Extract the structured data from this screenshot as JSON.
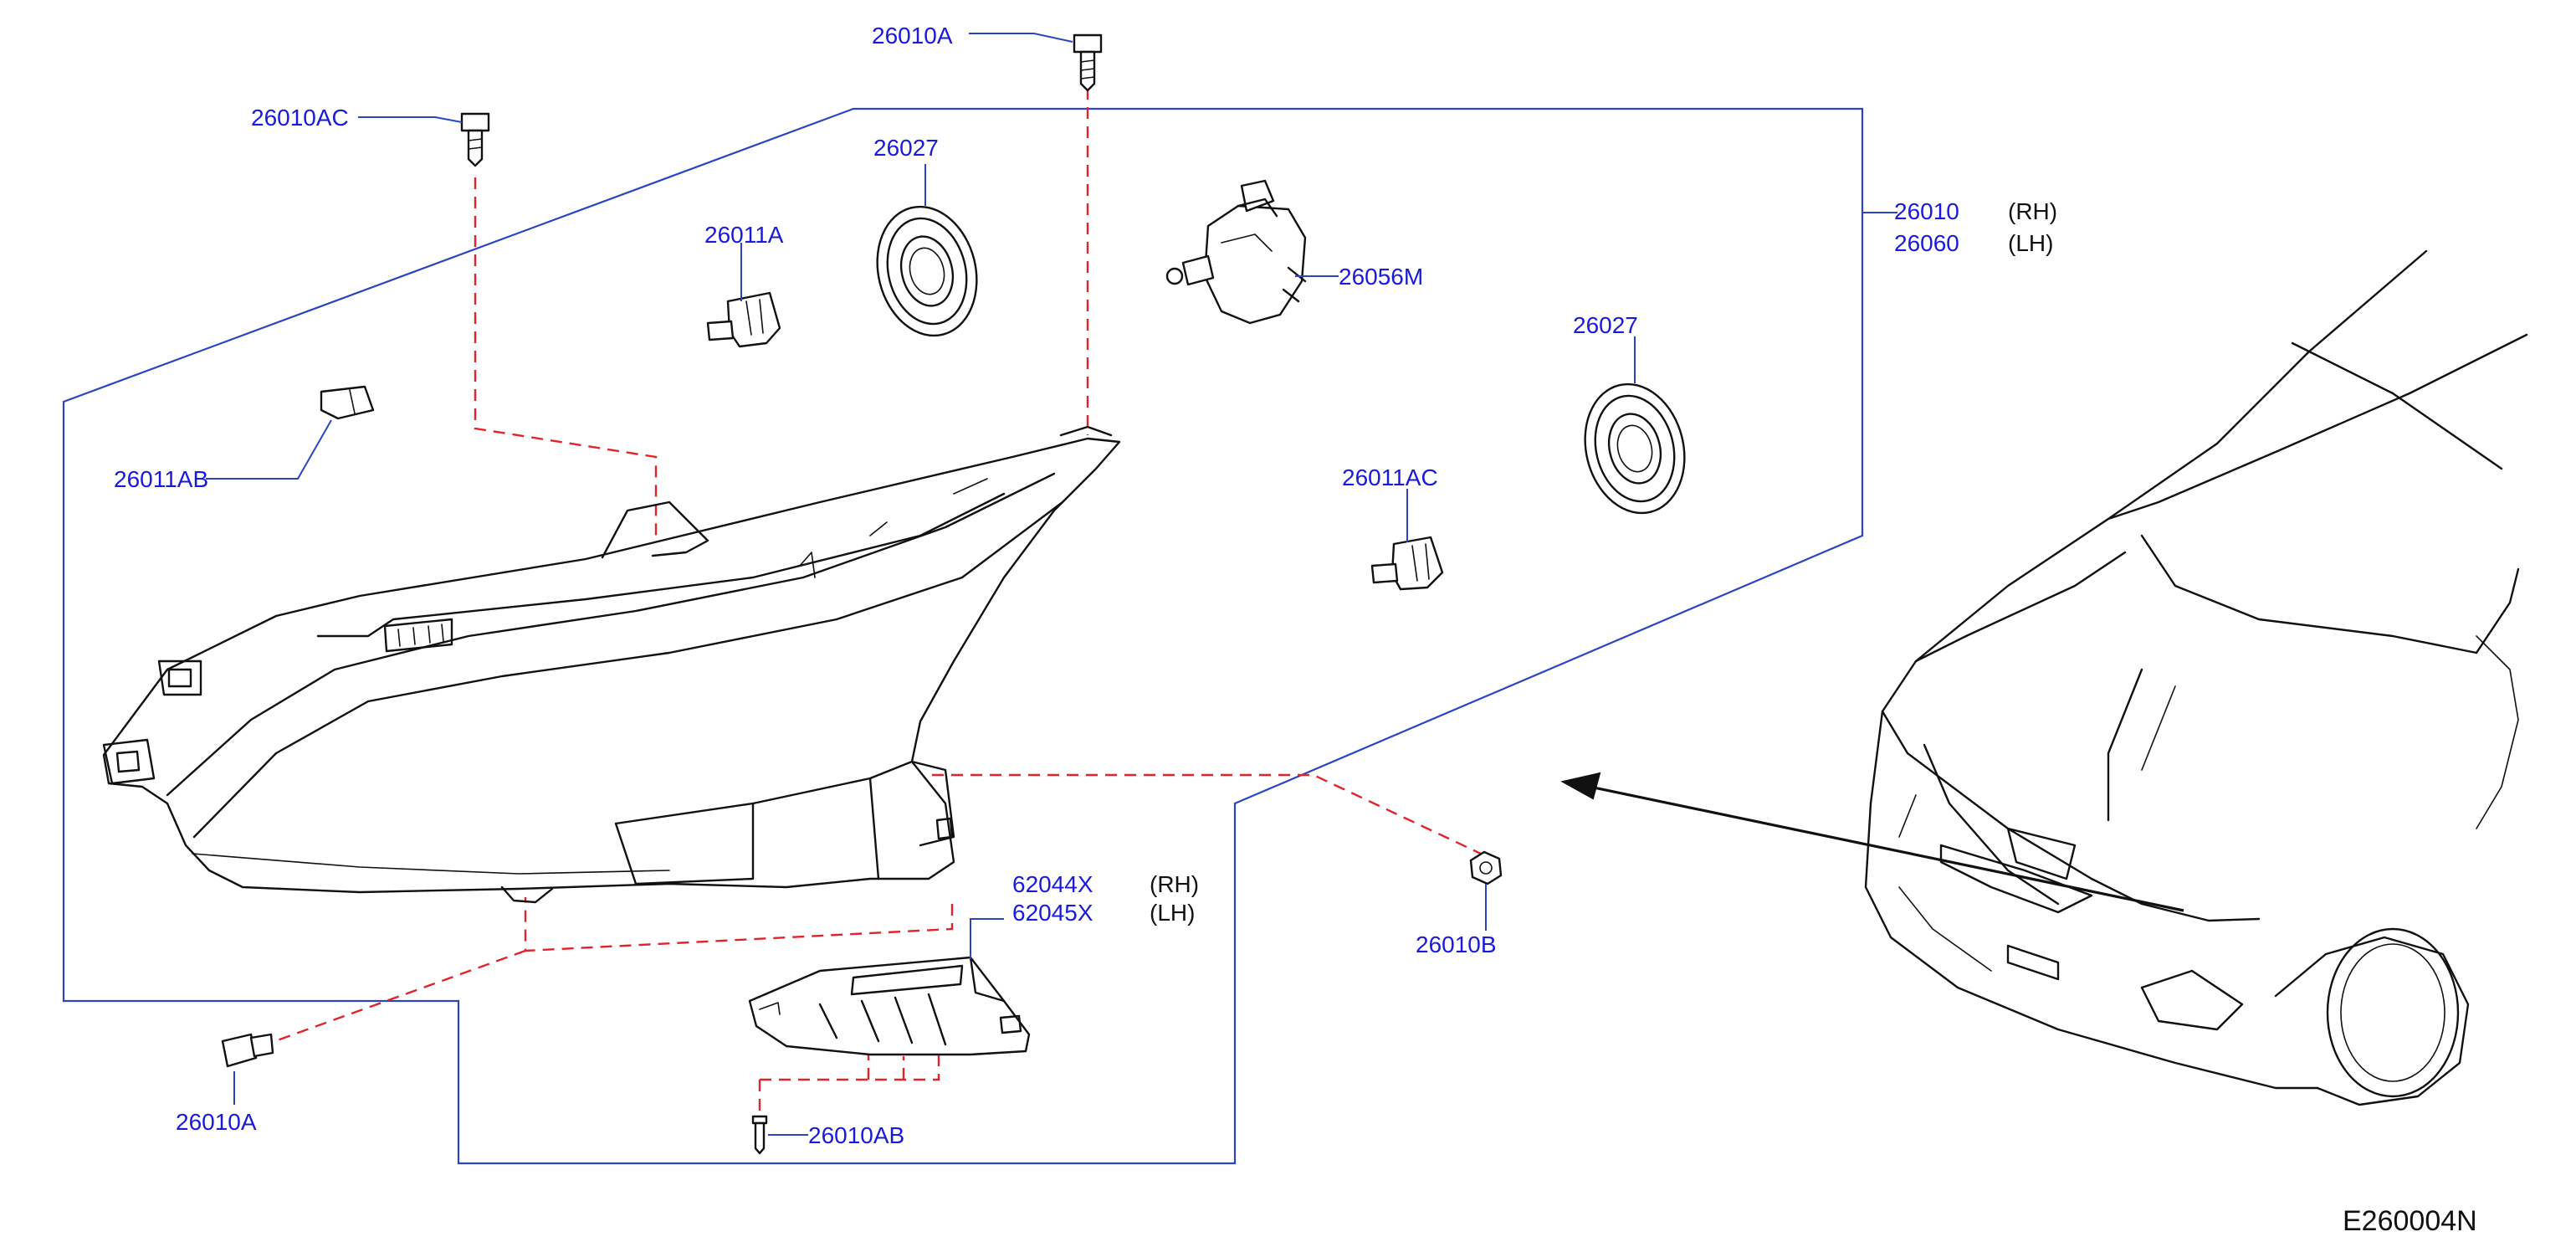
{
  "diagram_code": "E260004N",
  "callouts": {
    "c26010A_top": "26010A",
    "c26010AC": "26010AC",
    "c26027_a": "26027",
    "c26011A": "26011A",
    "c26056M": "26056M",
    "c26010": "26010",
    "c26010_side": "(RH)",
    "c26060": "26060",
    "c26060_side": "(LH)",
    "c26027_b": "26027",
    "c26011AB": "26011AB",
    "c26011AC": "26011AC",
    "c62044X": "62044X",
    "c62044X_side": "(RH)",
    "c62045X": "62045X",
    "c62045X_side": "(LH)",
    "c26010B": "26010B",
    "c26010A_bottom": "26010A",
    "c26010AB": "26010AB"
  },
  "colors": {
    "callout_text": "#1a1adf",
    "leader_line": "#2a44c4",
    "phantom_line": "#e0242a",
    "drawing_line": "#111111"
  }
}
